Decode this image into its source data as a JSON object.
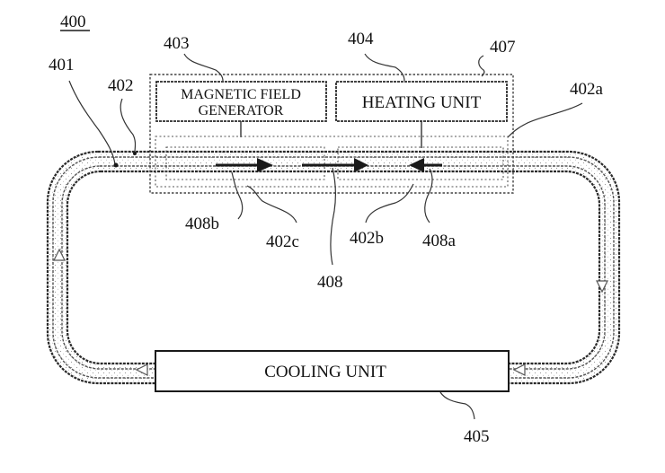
{
  "figure": {
    "figure_number": "400",
    "reference_labels": {
      "pipe_outer": "401",
      "pipe_inner": "402",
      "magnetic_field_generator": "403",
      "heating_unit": "404",
      "cooling_unit": "405",
      "module": "407",
      "section_a": "402a",
      "section_b": "402b",
      "section_c": "402c",
      "flow": "408",
      "flow_a": "408a",
      "flow_b": "408b"
    },
    "boxes": {
      "magnetic_field_generator": [
        "MAGNETIC FIELD",
        "GENERATOR"
      ],
      "heating_unit": "HEATING UNIT",
      "cooling_unit": "COOLING UNIT"
    },
    "icons": {
      "flow_arrow_right": "filled-triangle-right",
      "flow_arrow_left": "filled-triangle-left",
      "circulation_arrow": "hollow-triangle"
    },
    "colors": {
      "ink": "#1a1a1a",
      "stipple": "#8a8a8a",
      "background": "#ffffff"
    }
  }
}
